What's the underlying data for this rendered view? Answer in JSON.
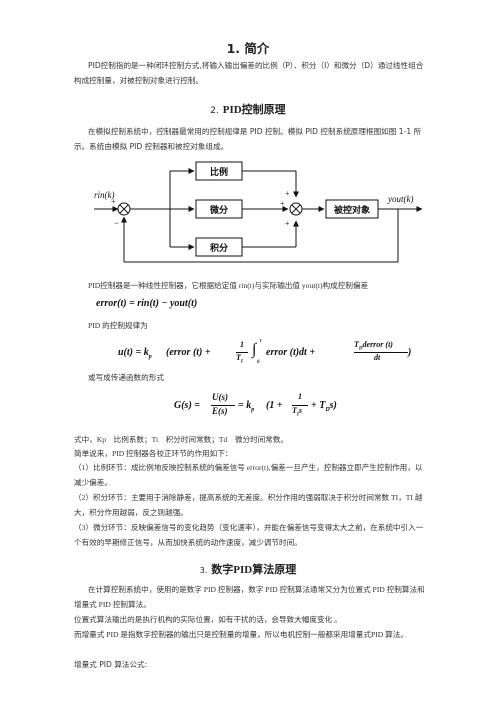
{
  "section1": {
    "title": "1. 简介",
    "body": "PID控制指的是一种闭环控制方式,将输入输出偏差的比例（P）、积分（I）和微分（D）通过线性组合构成控制量，对被控制对象进行控制。"
  },
  "section2": {
    "title_num": "2.",
    "title_text": "PID控制原理",
    "intro": "在模拟控制系统中，控制器最常用的控制规律是 PID 控制。模拟 PID 控制系统原理框图如图 1-1 所示。系统由模拟 PID 控制器和被控对象组成。",
    "diagram": {
      "input_label": "rin(k)",
      "output_label": "yout(k)",
      "block_p": "比例",
      "block_d": "微分",
      "block_i": "积分",
      "block_plant": "被控对象",
      "plus": "+",
      "minus": "−"
    },
    "p1": "PID控制器是一种线性控制器，它根据给定值 rin(t)与实际输出值 yout(t)构成控制偏差",
    "eq_error": "error(t) = rin(t) − yout(t)",
    "p2": "PID 的控制规律为",
    "eq_law": {
      "lhs": "u(t) = k",
      "sub_p": "p",
      "a": "(error (t) +",
      "one": "1",
      "ti": "T",
      "sub_i": "I",
      "int_upper": "t",
      "int_lower": "0",
      "b": "error (t)dt +",
      "num": "T",
      "sub_d": "D",
      "num_rest": "derror (t)",
      "den": "dt",
      "close": ")"
    },
    "p3": "或写成传递函数的形式",
    "eq_tf": {
      "lhs_num": "U(s)",
      "lhs_den": "E(s)",
      "g": "G(s) =",
      "eq": "= k",
      "sub_p": "p",
      "open": "(1 +",
      "one": "1",
      "den": "T",
      "sub_i": "I",
      "s": "s",
      "plus": "+ T",
      "sub_d": "D",
      "close": "s)"
    },
    "p4": "式中，Kp　比例系数；Ti　积分时间常数；Td　微分时间常数。",
    "p5": "简单说来，PID 控制器各校正环节的作用如下：",
    "p6": "（1）比例环节：成比例地反映控制系统的偏差信号 error(t),偏差一旦产生，控制器立即产生控制作用，以减少偏差。",
    "p7": "（2）积分环节：主要用于消除静差，提高系统的无差度。积分作用的强弱取决于积分时间常数 TI，TI 越大，积分作用越弱，反之则越强。",
    "p8": "（3）微分环节：反映偏差信号的变化趋势（变化速率），并能在偏差信号变得太大之前，在系统中引入一个有效的早期修正信号，从而加快系统的动作速度，减少调节时间。"
  },
  "section3": {
    "title_num": "3.",
    "title_text": "数字PID算法原理",
    "p1": "在计算控制系统中，使用的是数字 PID 控制器，数字 PID 控制算法通常又分为位置式 PID 控制算法和增量式 PID 控制算法。",
    "p2": "位置式算法输出的是执行机构的实际位置，如有干扰的话，会导致大幅度变化 。",
    "p3": "而增量式 PID 是指数字控制器的输出只是控制量的增量，所以电机控制一般都采用增量式PID 算法。",
    "p4": "增量式 PID 算法公式:"
  }
}
